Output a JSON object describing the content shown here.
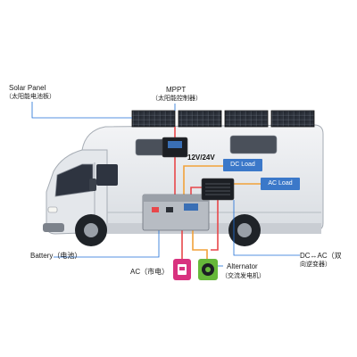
{
  "labels": {
    "solar_panel_en": "Solar Panel",
    "solar_panel_cn": "（太阳能电池板）",
    "mppt_en": "MPPT",
    "mppt_cn": "（太阳能控制器）",
    "voltage": "12V/24V",
    "dc_load": "DC Load",
    "ac_load": "AC Load",
    "battery": "Battery（电池）",
    "ac_mains": "AC（市电）",
    "alternator_en": "Alternator",
    "alternator_cn": "（交流发电机）",
    "inverter_line1": "DC↔AC（双",
    "inverter_line2": "向逆变器）"
  },
  "colors": {
    "line_red": "#e8474a",
    "line_orange": "#f2a23a",
    "box_blue": "#3b78c9",
    "leader_blue": "#1e6fd6",
    "ac_icon_bg": "#d8327f",
    "alternator_icon_bg": "#66b83a"
  },
  "icons": [
    "solar-panel",
    "charge-controller",
    "battery-unit",
    "inverter",
    "power-plug-icon",
    "alternator-icon",
    "motorhome"
  ]
}
